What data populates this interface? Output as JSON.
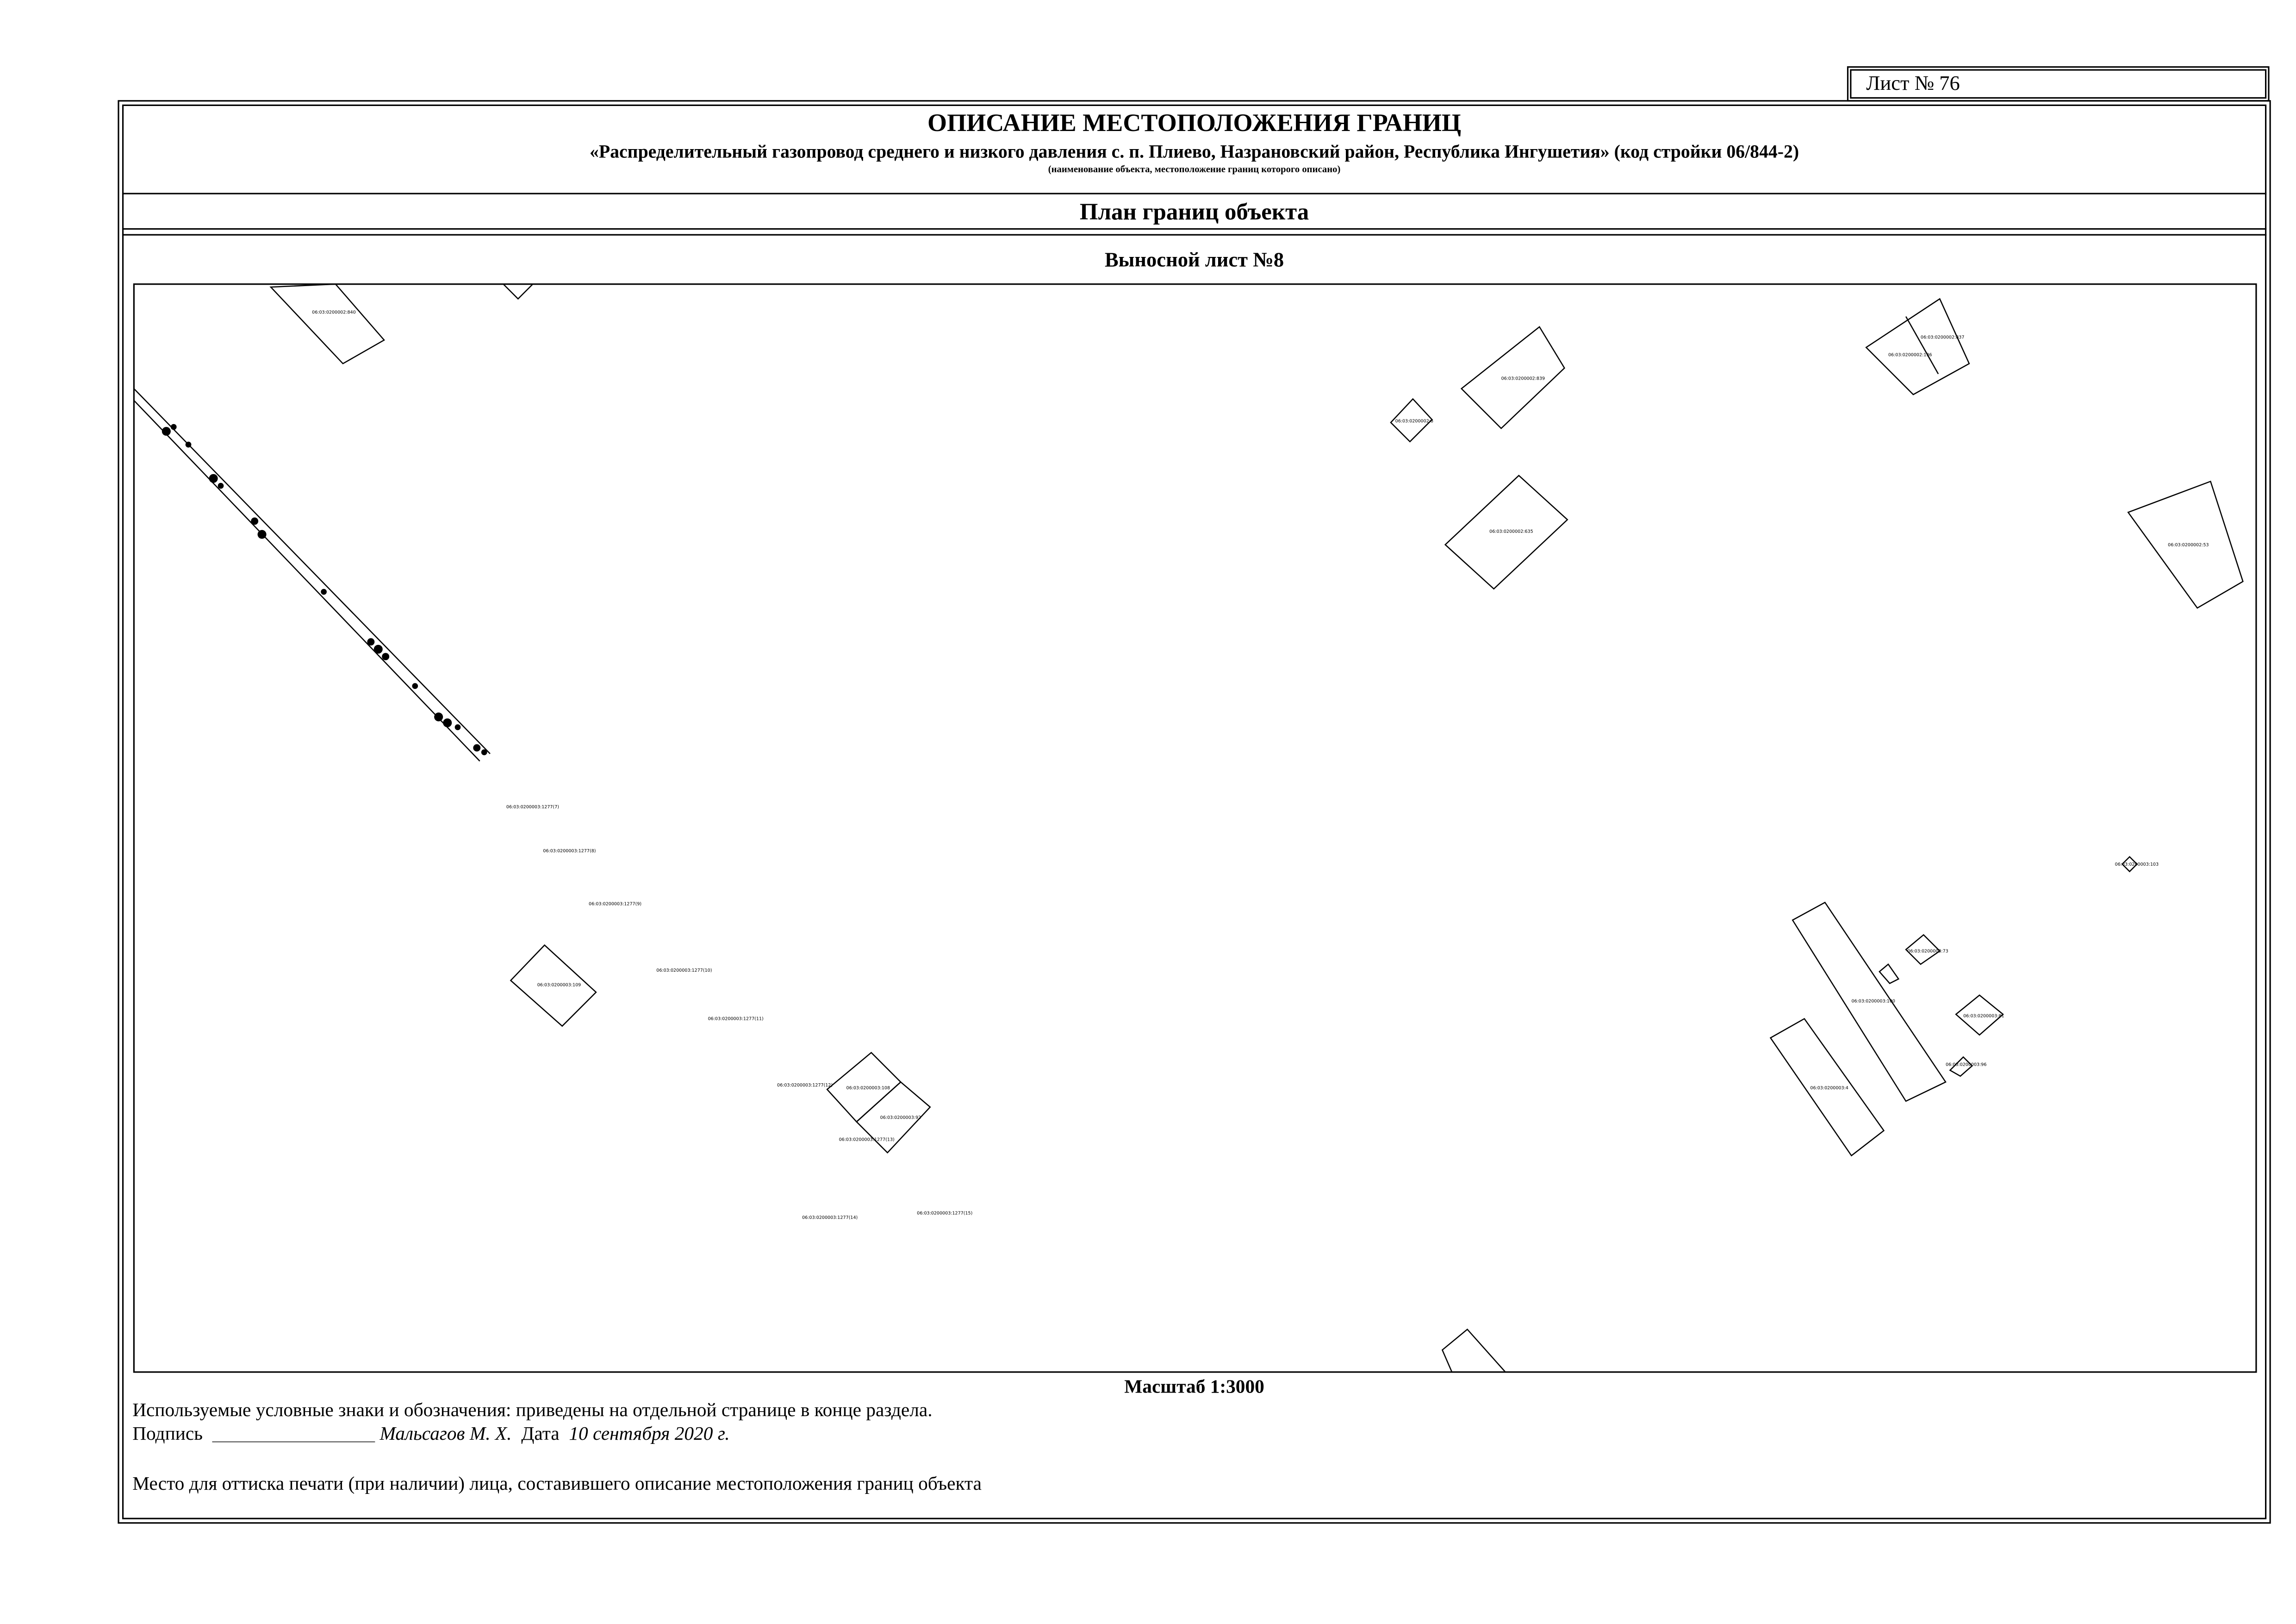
{
  "sheet_number": "Лист № 76",
  "header": {
    "title": "ОПИСАНИЕ МЕСТОПОЛОЖЕНИЯ ГРАНИЦ",
    "subtitle": "«Распределительный газопровод среднего и низкого давления с. п. Плиево, Назрановский район, Республика Ингушетия» (код стройки 06/844-2)",
    "note": "(наименование объекта, местоположение границ которого описано)"
  },
  "plan_title": "План границ объекта",
  "sheet_subtitle": "Выносной лист №8",
  "scale": "Масштаб 1:3000",
  "footer": {
    "legend": "Используемые условные знаки и обозначения: приведены на отдельной странице в конце раздела.",
    "signature_label": "Подпись",
    "signature_line": "_________________",
    "signer": "Мальсагов М. Х.",
    "date_label": "Дата",
    "date": "10 сентября 2020 г.",
    "stamp_place": "Место для оттиска печати (при наличии) лица, составившего описание местоположения границ объекта"
  },
  "map": {
    "parcel_labels": [
      "06:03:0200002:840",
      "06:03:0200002:8",
      "06:03:0200002:839",
      "06:03:0200002:635",
      "06:03:0200002:136",
      "06:03:0200002:837",
      "06:03:0200002:53",
      "06:03:0200003:103",
      "06:03:0200003:109",
      "06:03:0200003:108",
      "06:03:0200003:92",
      "06:03:0200003:100",
      "06:03:0200003:4",
      "06:03:0200003:73",
      "06:03:0200003:81",
      "06:03:0200003:96"
    ],
    "line_labels": [
      "06:03:0200003:1277(7)",
      "06:03:0200003:1277(8)",
      "06:03:0200003:1277(9)",
      "06:03:0200003:1277(10)",
      "06:03:0200003:1277(11)",
      "06:03:0200003:1277(12)",
      "06:03:0200003:1277(13)",
      "06:03:0200003:1277(14)",
      "06:03:0200003:1277(15)"
    ]
  }
}
